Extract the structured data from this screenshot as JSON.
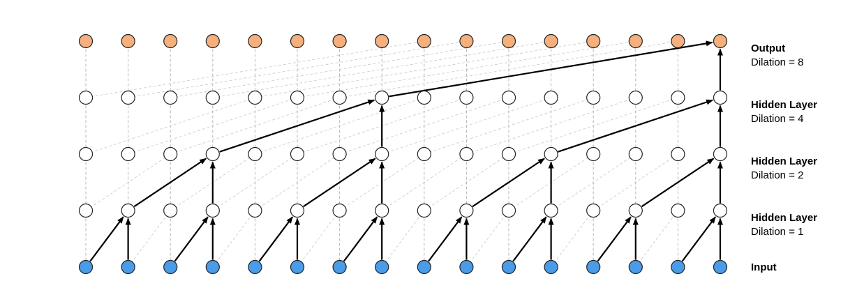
{
  "diagram": {
    "layers": [
      {
        "key": "output",
        "title": "Output",
        "subtitle": "Dilation = 8",
        "dilation": 8,
        "fill": "#f5b07e"
      },
      {
        "key": "hidden4",
        "title": "Hidden Layer",
        "subtitle": "Dilation = 4",
        "dilation": 4,
        "fill": "#ffffff"
      },
      {
        "key": "hidden2",
        "title": "Hidden Layer",
        "subtitle": "Dilation = 2",
        "dilation": 2,
        "fill": "#ffffff"
      },
      {
        "key": "hidden1",
        "title": "Hidden Layer",
        "subtitle": "Dilation = 1",
        "dilation": 1,
        "fill": "#ffffff"
      },
      {
        "key": "input",
        "title": "Input",
        "subtitle": "",
        "dilation": 0,
        "fill": "#4a9be8"
      }
    ],
    "nodes_per_layer": 16,
    "colors": {
      "node_stroke": "#222222",
      "arrow": "#000000",
      "guide": "#b5b5b5",
      "output_fill": "#f5b07e",
      "input_fill": "#4a9be8"
    }
  }
}
